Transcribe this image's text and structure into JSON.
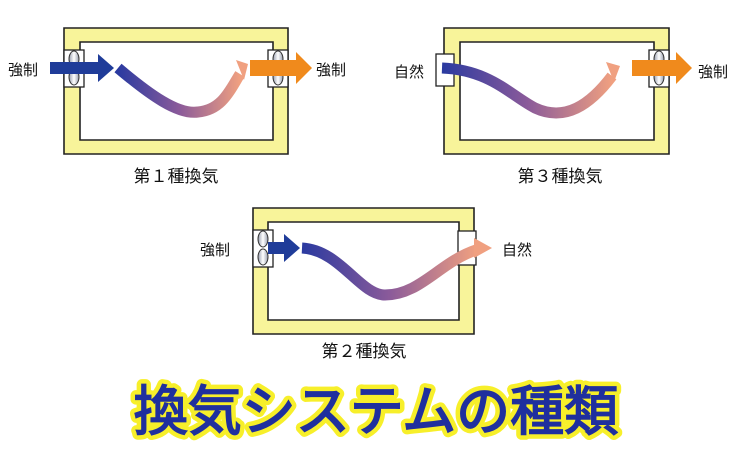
{
  "diagrams": [
    {
      "caption": "第１種換気",
      "inlet_label": "強制",
      "outlet_label": "強制"
    },
    {
      "caption": "第３種換気",
      "inlet_label": "自然",
      "outlet_label": "強制"
    },
    {
      "caption": "第２種換気",
      "inlet_label": "強制",
      "outlet_label": "自然"
    }
  ],
  "title": "換気システムの種類",
  "colors": {
    "frame_fill": "#f8f49a",
    "frame_stroke": "#222222",
    "forced_inlet_arrow": "#1f3c99",
    "forced_outlet_arrow": "#f08a1c",
    "airflow_gradient_start": "#2a3aa0",
    "airflow_gradient_mid": "#8a5a9a",
    "airflow_gradient_end": "#f0a080",
    "title_fill": "#1f2f9e",
    "title_outline": "#f7ef2a"
  },
  "icons": [
    "fan-icon",
    "vent-icon",
    "arrow-icon"
  ]
}
